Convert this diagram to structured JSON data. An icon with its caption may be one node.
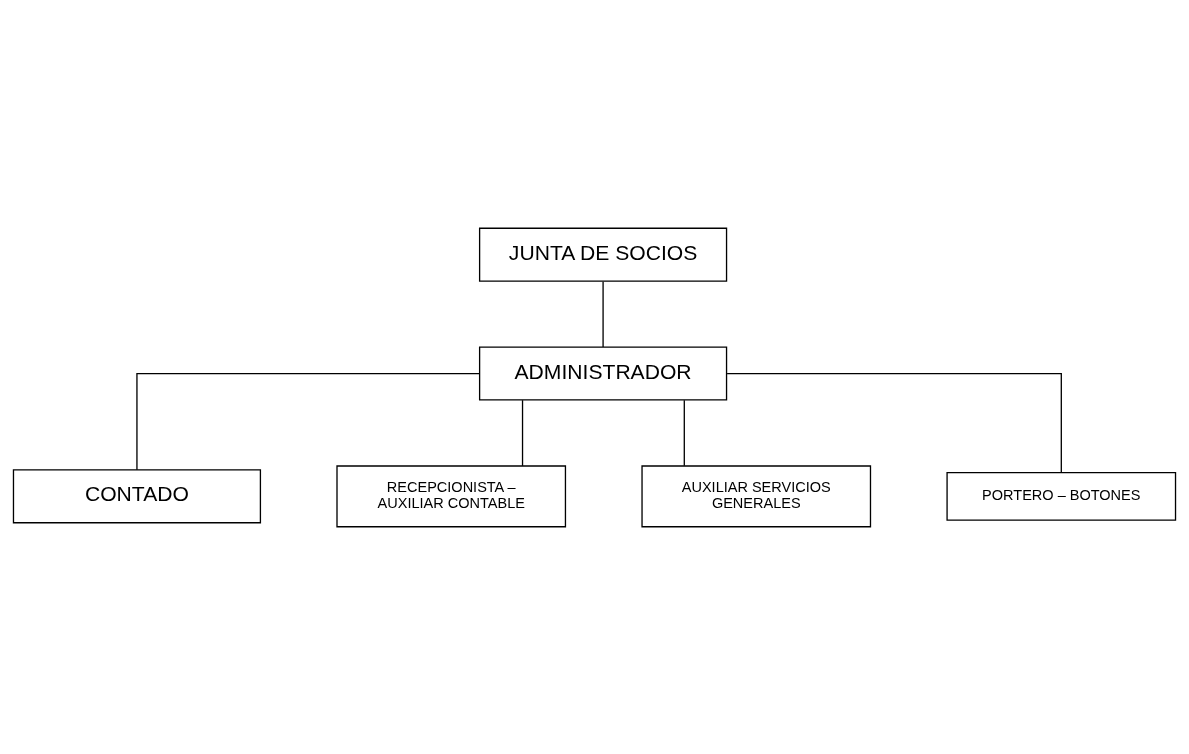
{
  "diagram": {
    "nodes": [
      {
        "text": [
          "JUNTA DE SOCIOS"
        ]
      },
      {
        "text": [
          "ADMINISTRADOR"
        ]
      },
      {
        "text": [
          "CONTADO"
        ]
      },
      {
        "text": [
          "RECEPCIONISTA – AUXILIAR CONTABLE"
        ]
      },
      {
        "text": [
          "AUXILIAR SERVICIOS GENERALES"
        ]
      },
      {
        "text": [
          "PORTERO – BOTONES"
        ]
      }
    ],
    "edges": [
      {
        "from": 0,
        "to": 1,
        "arrow": "none"
      },
      {
        "from": 1,
        "to": 2,
        "arrow": "none"
      },
      {
        "from": 1,
        "to": 3,
        "arrow": "none"
      },
      {
        "from": 1,
        "to": 4,
        "arrow": "none"
      },
      {
        "from": 1,
        "to": 5,
        "arrow": "none"
      }
    ]
  }
}
